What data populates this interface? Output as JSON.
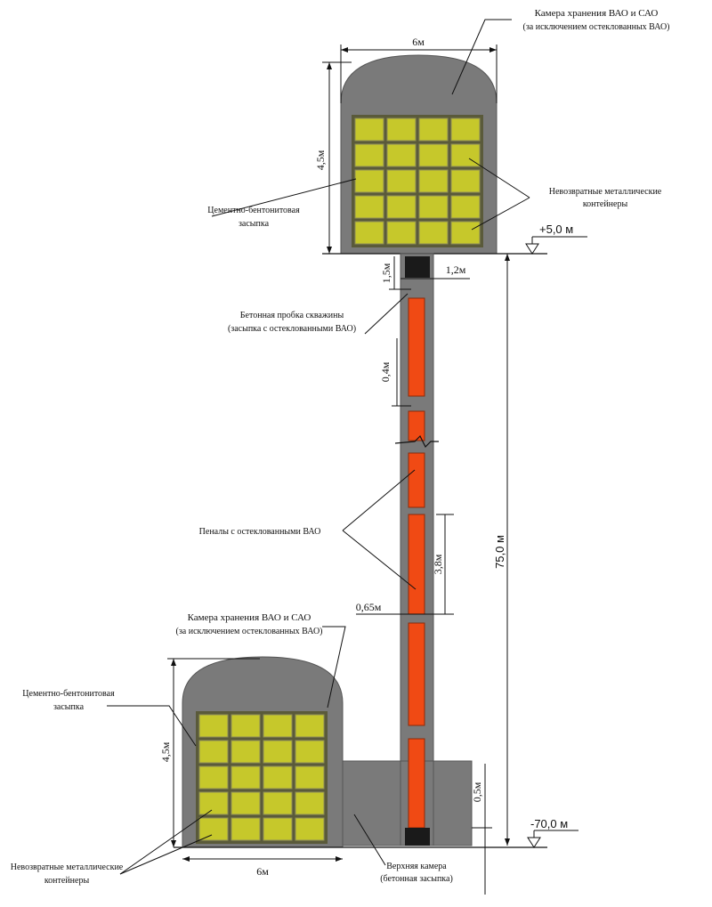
{
  "top_chamber": {
    "title_line1": "Камера хранения ВАО и САО",
    "title_line2": "(за исключением остеклованных ВАО)",
    "width_label": "6м",
    "height_label": "4,5м",
    "barrier_label_line1": "Цементно-бентонитовая",
    "barrier_label_line2": "засыпка",
    "containers_label_line1": "Невозвратные металлические",
    "containers_label_line2": "контейнеры",
    "level_label": "+5,0 м"
  },
  "borehole": {
    "plug_label_line1": "Бетонная пробка скважины",
    "plug_label_line2": "(засыпка с остеклованными ВАО)",
    "plug_height_label": "1,5м",
    "plug_width_label": "1,2м",
    "gap_label": "0,4м",
    "canister_label": "Пеналы с остеклованными ВАО",
    "canister_height_label": "3,8м",
    "spacing_label": "0,65м",
    "total_depth_label": "75,0 м",
    "bottom_level_label": "-70,0 м",
    "bottom_offset_label": "0,5м"
  },
  "bottom_chamber": {
    "title_line1": "Камера хранения ВАО и САО",
    "title_line2": "(за исключением остеклованных ВАО)",
    "barrier_label_line1": "Цементно-бентонитовая",
    "barrier_label_line2": "засыпка",
    "height_label": "4,5м",
    "width_label": "6м",
    "containers_label_line1": "Невозвратные металлические",
    "containers_label_line2": "контейнеры",
    "base_label_line1": "Верхняя камера",
    "base_label_line2": "(бетонная засыпка)"
  },
  "colors": {
    "rock": "#7a7a7a",
    "container": "#c6c82b",
    "canister": "#f04a14",
    "plug": "#1a1a1a",
    "grid_line": "#8d8d5a"
  }
}
